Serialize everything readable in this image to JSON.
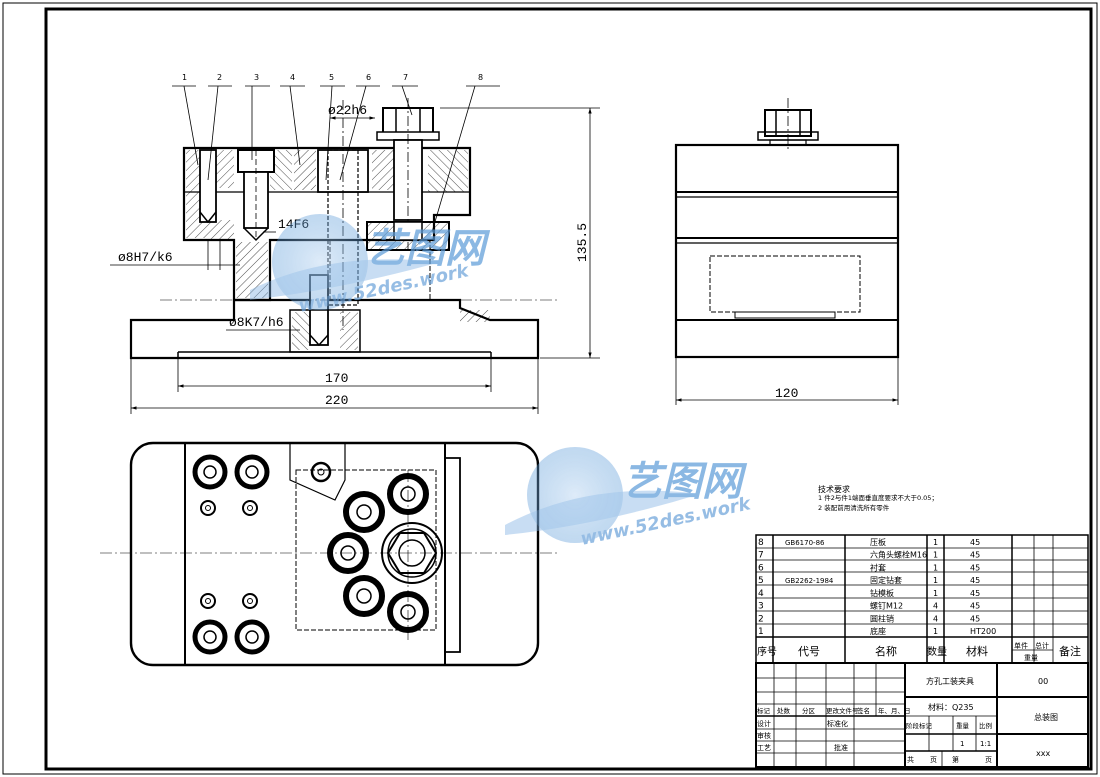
{
  "views": {
    "part_balloons": [
      "1",
      "2",
      "3",
      "4",
      "5",
      "6",
      "7",
      "8"
    ],
    "dimensions": {
      "bore_top": "ø22h6",
      "fit_14": "14F6",
      "fit_8h7": "ø8H7/k6",
      "fit_8k7": "ø8K7/h6",
      "height": "135.5",
      "width_inner": "170",
      "width_outer": "220",
      "side_width": "120"
    }
  },
  "watermark": {
    "cn": "艺图网",
    "url": "www.52des.work"
  },
  "tech_requirements": {
    "title": "技术要求",
    "lines": [
      "1 件2与件1端面垂直度要求不大于0.05；",
      "2 装配前用清洗所有零件"
    ]
  },
  "bom": {
    "rows": [
      {
        "no": "8",
        "code": "GB6170-86",
        "name": "压板",
        "qty": "1",
        "material": "45"
      },
      {
        "no": "7",
        "code": "",
        "name": "六角头螺栓M16",
        "qty": "1",
        "material": "45"
      },
      {
        "no": "6",
        "code": "",
        "name": "衬套",
        "qty": "1",
        "material": "45"
      },
      {
        "no": "5",
        "code": "GB2262-1984",
        "name": "固定钻套",
        "qty": "1",
        "material": "45"
      },
      {
        "no": "4",
        "code": "",
        "name": "钻模板",
        "qty": "1",
        "material": "45"
      },
      {
        "no": "3",
        "code": "",
        "name": "螺钉M12",
        "qty": "4",
        "material": "45"
      },
      {
        "no": "2",
        "code": "",
        "name": "圆柱销",
        "qty": "4",
        "material": "45"
      },
      {
        "no": "1",
        "code": "",
        "name": "底座",
        "qty": "1",
        "material": "HT200"
      }
    ],
    "header": {
      "no": "序号",
      "code": "代号",
      "name": "名称",
      "qty": "数量",
      "material": "材料",
      "unit_weight": "单件",
      "total_weight": "总计",
      "weight": "重量",
      "remark": "备注"
    }
  },
  "title_block": {
    "drawing_name": "方孔工装夹具",
    "drawing_no": "00",
    "material": "材料：Q235",
    "drawing_type": "总装图",
    "stage_mark": "阶段标记",
    "weight": "重量",
    "scale_label": "比例",
    "qty_val": "1",
    "scale_val": "1:1",
    "sheets_total": "共",
    "sheet_unit": "页",
    "sheet_label": "第",
    "sheet_unit2": "页",
    "company": "xxx",
    "rev_labels": [
      "标记",
      "处数",
      "分区",
      "更改文件号",
      "签名",
      "年、月、日"
    ],
    "design": "设计",
    "standardize": "标准化",
    "check": "审核",
    "process": "工艺",
    "approve": "批准"
  }
}
